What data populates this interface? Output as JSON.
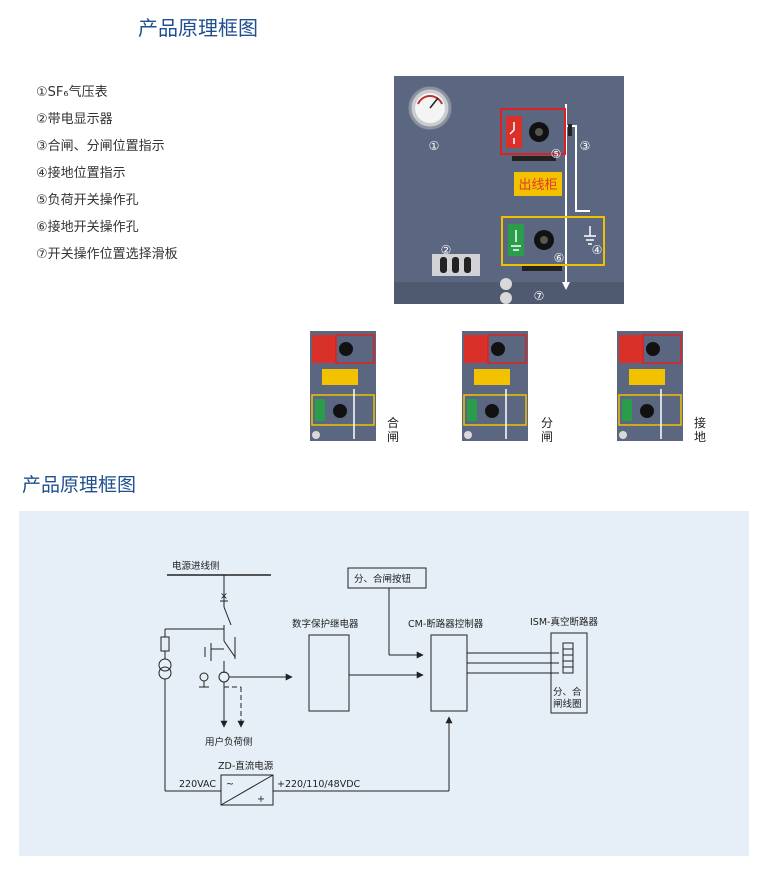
{
  "title_top": "产品原理框图",
  "title_bottom": "产品原理框图",
  "legend": [
    {
      "num": "①",
      "label": "SF₆气压表"
    },
    {
      "num": "②",
      "label": "带电显示器"
    },
    {
      "num": "③",
      "label": "合闸、分闸位置指示"
    },
    {
      "num": "④",
      "label": "接地位置指示"
    },
    {
      "num": "⑤",
      "label": "负荷开关操作孔"
    },
    {
      "num": "⑥",
      "label": "接地开关操作孔"
    },
    {
      "num": "⑦",
      "label": "开关操作位置选择滑板"
    }
  ],
  "panel": {
    "callouts": [
      "①",
      "②",
      "③",
      "④",
      "⑤",
      "⑥",
      "⑦"
    ],
    "sign_text": "出线柜"
  },
  "states": [
    {
      "label_line1": "合",
      "label_line2": "闸"
    },
    {
      "label_line1": "分",
      "label_line2": "闸"
    },
    {
      "label_line1": "接",
      "label_line2": "地"
    }
  ],
  "schematic": {
    "source_side": "电源进线侧",
    "load_side": "用户负荷侧",
    "button_box": "分、合闸按钮",
    "relay": "数字保护继电器",
    "controller": "CM-断路器控制器",
    "breaker": "ISM-真空断路器",
    "coil_line1": "分、合",
    "coil_line2": "闸线圈",
    "psu": "ZD-直流电源",
    "ac_in": "220VAC",
    "dc_out": "+220/110/48VDC",
    "psu_ac_symbol": "~",
    "psu_dc_symbol": "+"
  },
  "colors": {
    "title": "#1f4f8f",
    "panel_bg": "#5b6780",
    "sign_bg": "#f2c100",
    "sign_text": "#e23b2a",
    "red_frame": "#e02020",
    "yellow_frame": "#f0c000",
    "schematic_bg": "#e6eff8"
  }
}
